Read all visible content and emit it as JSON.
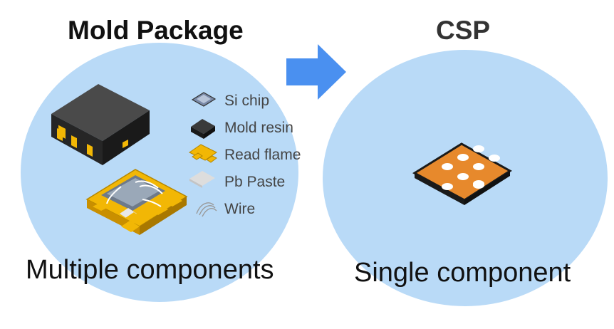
{
  "left_panel": {
    "title": "Mold Package",
    "caption": "Multiple components",
    "legend": [
      {
        "icon": "si-chip-icon",
        "label": "Si chip"
      },
      {
        "icon": "mold-resin-icon",
        "label": "Mold resin"
      },
      {
        "icon": "read-flame-icon",
        "label": "Read flame"
      },
      {
        "icon": "pb-paste-icon",
        "label": "Pb Paste"
      },
      {
        "icon": "wire-icon",
        "label": "Wire"
      }
    ]
  },
  "right_panel": {
    "title": "CSP",
    "caption": "Single component"
  },
  "colors": {
    "circle_fill": "#b9daf7",
    "arrow": "#4a90f0",
    "mold_dark": "#2e2e2e",
    "lead_gold": "#f2b705",
    "csp_orange": "#e7892c"
  }
}
